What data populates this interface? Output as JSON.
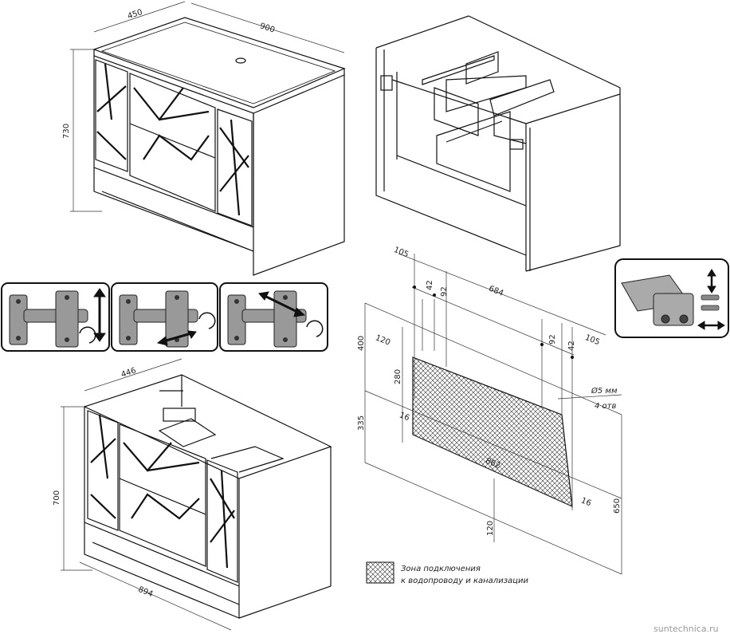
{
  "dimensions": {
    "top_cabinet": {
      "depth": "450",
      "width": "900",
      "height": "730"
    },
    "bottom_cabinet": {
      "depth": "446",
      "width": "894",
      "height": "700"
    },
    "install": {
      "a105_left": "105",
      "a42_left": "42",
      "a92_left": "92",
      "a684": "684",
      "a105_right": "105",
      "a92_right": "92",
      "a42_right": "42",
      "a120_top": "120",
      "a400": "400",
      "a280": "280",
      "a335": "335",
      "a16_left": "16",
      "a862": "862",
      "a16_right": "16",
      "a120_bottom": "120",
      "a650": "650",
      "hole_diameter": "Ø5 мм",
      "hole_count": "4 отв"
    }
  },
  "legend": {
    "line1": "Зона подключения",
    "line2": "к водопроводу и канализации"
  },
  "watermark": "suntechnica.ru"
}
